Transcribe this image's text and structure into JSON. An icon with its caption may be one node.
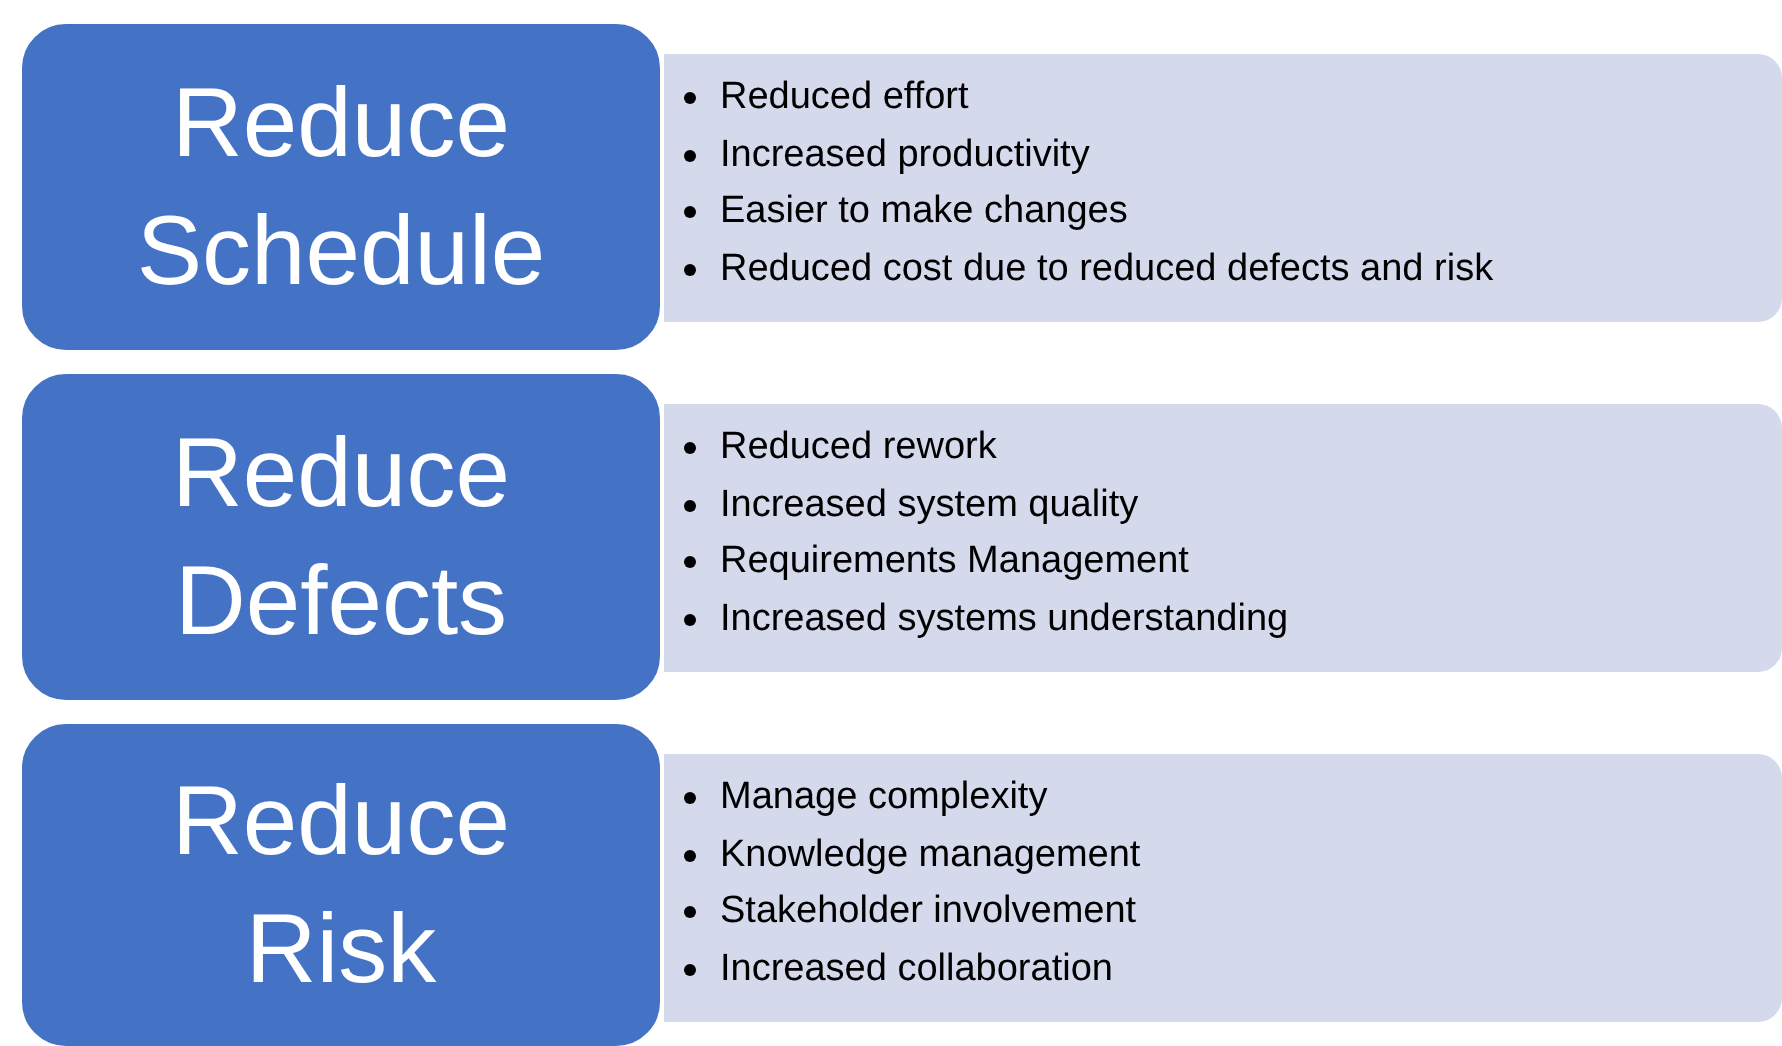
{
  "diagram": {
    "nodes": [
      {
        "text": [
          "Reduce Schedule"
        ]
      },
      {
        "text": [
          "Reduced effort",
          "Increased productivity",
          "Easier to make changes",
          "Reduced cost due to reduced defects and risk"
        ]
      },
      {
        "text": [
          "Reduce Defects"
        ]
      },
      {
        "text": [
          "Reduced rework",
          "Increased system quality",
          "Requirements Management",
          "Increased systems understanding"
        ]
      },
      {
        "text": [
          "Reduce Risk"
        ]
      },
      {
        "text": [
          "Manage complexity",
          "Knowledge management",
          "Stakeholder involvement",
          "Increased collaboration"
        ]
      }
    ]
  }
}
